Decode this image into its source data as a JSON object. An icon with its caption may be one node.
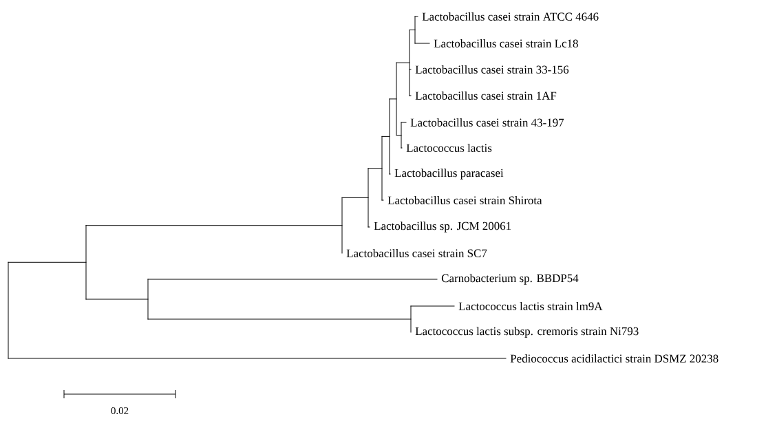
{
  "diagram": {
    "labels": [
      "Lactobacillus casei strain ATCC 4646",
      "Lactobacillus casei strain Lc18",
      "Lactobacillus casei strain 33-156",
      "Lactobacillus casei strain 1AF",
      "Lactobacillus casei strain 43-197",
      "Lactococcus lactis",
      "Lactobacillus paracasei",
      "Lactobacillus casei strain Shirota",
      "Lactobacillus sp. JCM 20061",
      "Lactobacillus casei strain SC7",
      "Carnobacterium sp. BBDP54",
      "Lactococcus lactis strain lm9A",
      "Lactococcus lactis subsp. cremoris strain Ni793",
      "Pediococcus acidilactici strain DSMZ 20238",
      "0.02"
    ]
  }
}
